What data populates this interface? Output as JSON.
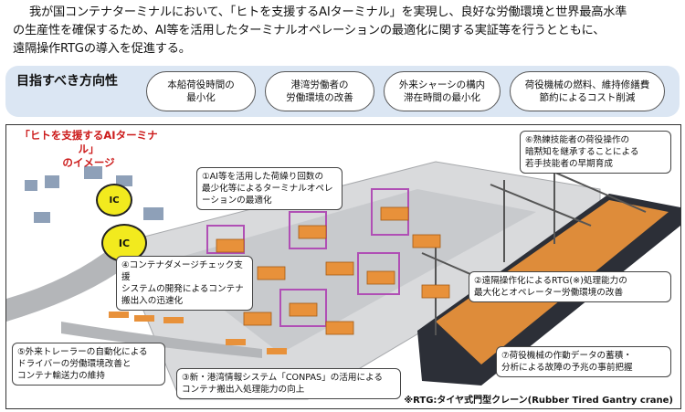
{
  "intro": {
    "line1": "我が国コンテナターミナルにおいて、「ヒトを支援するAIターミナル」を実現し、良好な労働環境と世界最高水準",
    "line2": "の生産性を確保するため、AI等を活用したターミナルオペレーションの最適化に関する実証等を行うとともに、",
    "line3": "遠隔操作RTGの導入を促進する。"
  },
  "directions": {
    "title": "目指すべき方向性",
    "pills": [
      {
        "l1": "本船荷役時間の",
        "l2": "最小化"
      },
      {
        "l1": "港湾労働者の",
        "l2": "労働環境の改善"
      },
      {
        "l1": "外来シャーシの構内",
        "l2": "滞在時間の最小化"
      },
      {
        "l1": "荷役機械の燃料、維持修繕費",
        "l2": "節約によるコスト削減"
      }
    ]
  },
  "image": {
    "title1": "「ヒトを支援するAIターミナル」",
    "title2": "のイメージ",
    "ic_label": "IC",
    "callouts": [
      {
        "l1": "①AI等を活用した荷繰り回数の",
        "l2": "最少化等によるターミナルオペレ",
        "l3": "ーションの最適化"
      },
      {
        "l1": "②遠隔操作化によるRTG(※)処理能力の",
        "l2": "最大化とオペレーター労働環境の改善",
        "l3": ""
      },
      {
        "l1": "③新・港湾情報システム「CONPAS」の活用による",
        "l2": "コンテナ搬出入処理能力の向上",
        "l3": ""
      },
      {
        "l1": "④コンテナダメージチェック支援",
        "l2": "システムの開発によるコンテナ",
        "l3": "搬出入の迅速化"
      },
      {
        "l1": "⑤外来トレーラーの自動化による",
        "l2": "ドライバーの労働環境改善と",
        "l3": "コンテナ輸送力の維持"
      },
      {
        "l1": "⑥熟練技能者の荷役操作の",
        "l2": "暗黙知を継承することによる",
        "l3": "若手技能者の早期育成"
      },
      {
        "l1": "⑦荷役機械の作動データの蓄積・",
        "l2": "分析による故障の予兆の事前把握",
        "l3": ""
      }
    ],
    "note": "※RTG:タイヤ式門型クレーン(Rubber Tired Gantry crane)"
  },
  "colors": {
    "panel": "#dbe6f3",
    "title_red": "#cc1b1b",
    "container": "#e8913a",
    "rtg": "#b04fb5",
    "ic": "#f2ea1e"
  }
}
